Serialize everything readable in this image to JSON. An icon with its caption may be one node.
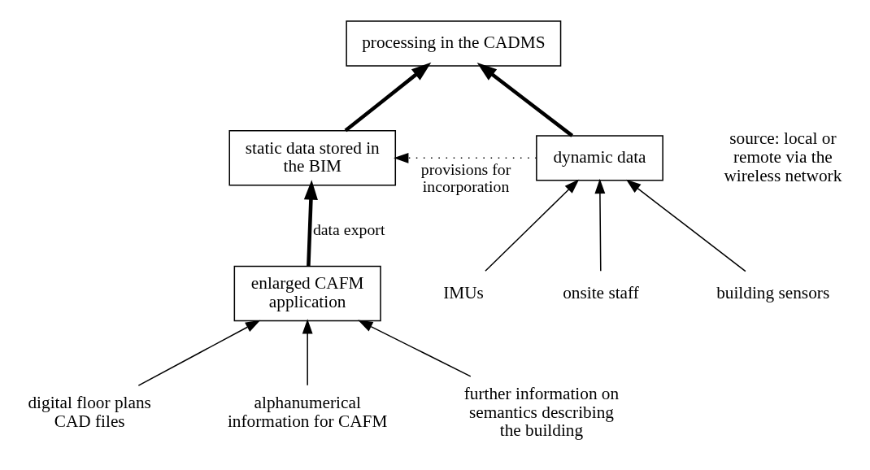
{
  "diagram": {
    "nodes": [
      {
        "text": [
          "processing in the CADMS"
        ]
      },
      {
        "text": [
          "static data stored in the BIM"
        ]
      },
      {
        "text": [
          "dynamic data"
        ]
      },
      {
        "text": [
          "enlarged CAFM application"
        ]
      },
      {
        "text": [
          "IMUs"
        ]
      },
      {
        "text": [
          "onsite staff"
        ]
      },
      {
        "text": [
          "building sensors"
        ]
      },
      {
        "text": [
          "digital floor plans CAD files"
        ]
      },
      {
        "text": [
          "alphanumerical information for CAFM"
        ]
      },
      {
        "text": [
          "further information on semantics describing the building"
        ]
      }
    ],
    "edges": [
      {
        "from": 1,
        "to": 0,
        "arrow": "to",
        "style": "thick"
      },
      {
        "from": 2,
        "to": 0,
        "arrow": "to",
        "style": "thick"
      },
      {
        "from": 2,
        "to": 1,
        "arrow": "to",
        "style": "dashed",
        "label": "provisions for incorporation"
      },
      {
        "from": 3,
        "to": 1,
        "arrow": "to",
        "style": "thick",
        "label": "data export"
      },
      {
        "from": 4,
        "to": 2,
        "arrow": "to"
      },
      {
        "from": 5,
        "to": 2,
        "arrow": "to"
      },
      {
        "from": 6,
        "to": 2,
        "arrow": "to"
      },
      {
        "from": 7,
        "to": 3,
        "arrow": "to"
      },
      {
        "from": 8,
        "to": 3,
        "arrow": "to"
      },
      {
        "from": 9,
        "to": 3,
        "arrow": "to"
      }
    ],
    "labels": [
      "source: local or remote via the wireless network"
    ]
  }
}
